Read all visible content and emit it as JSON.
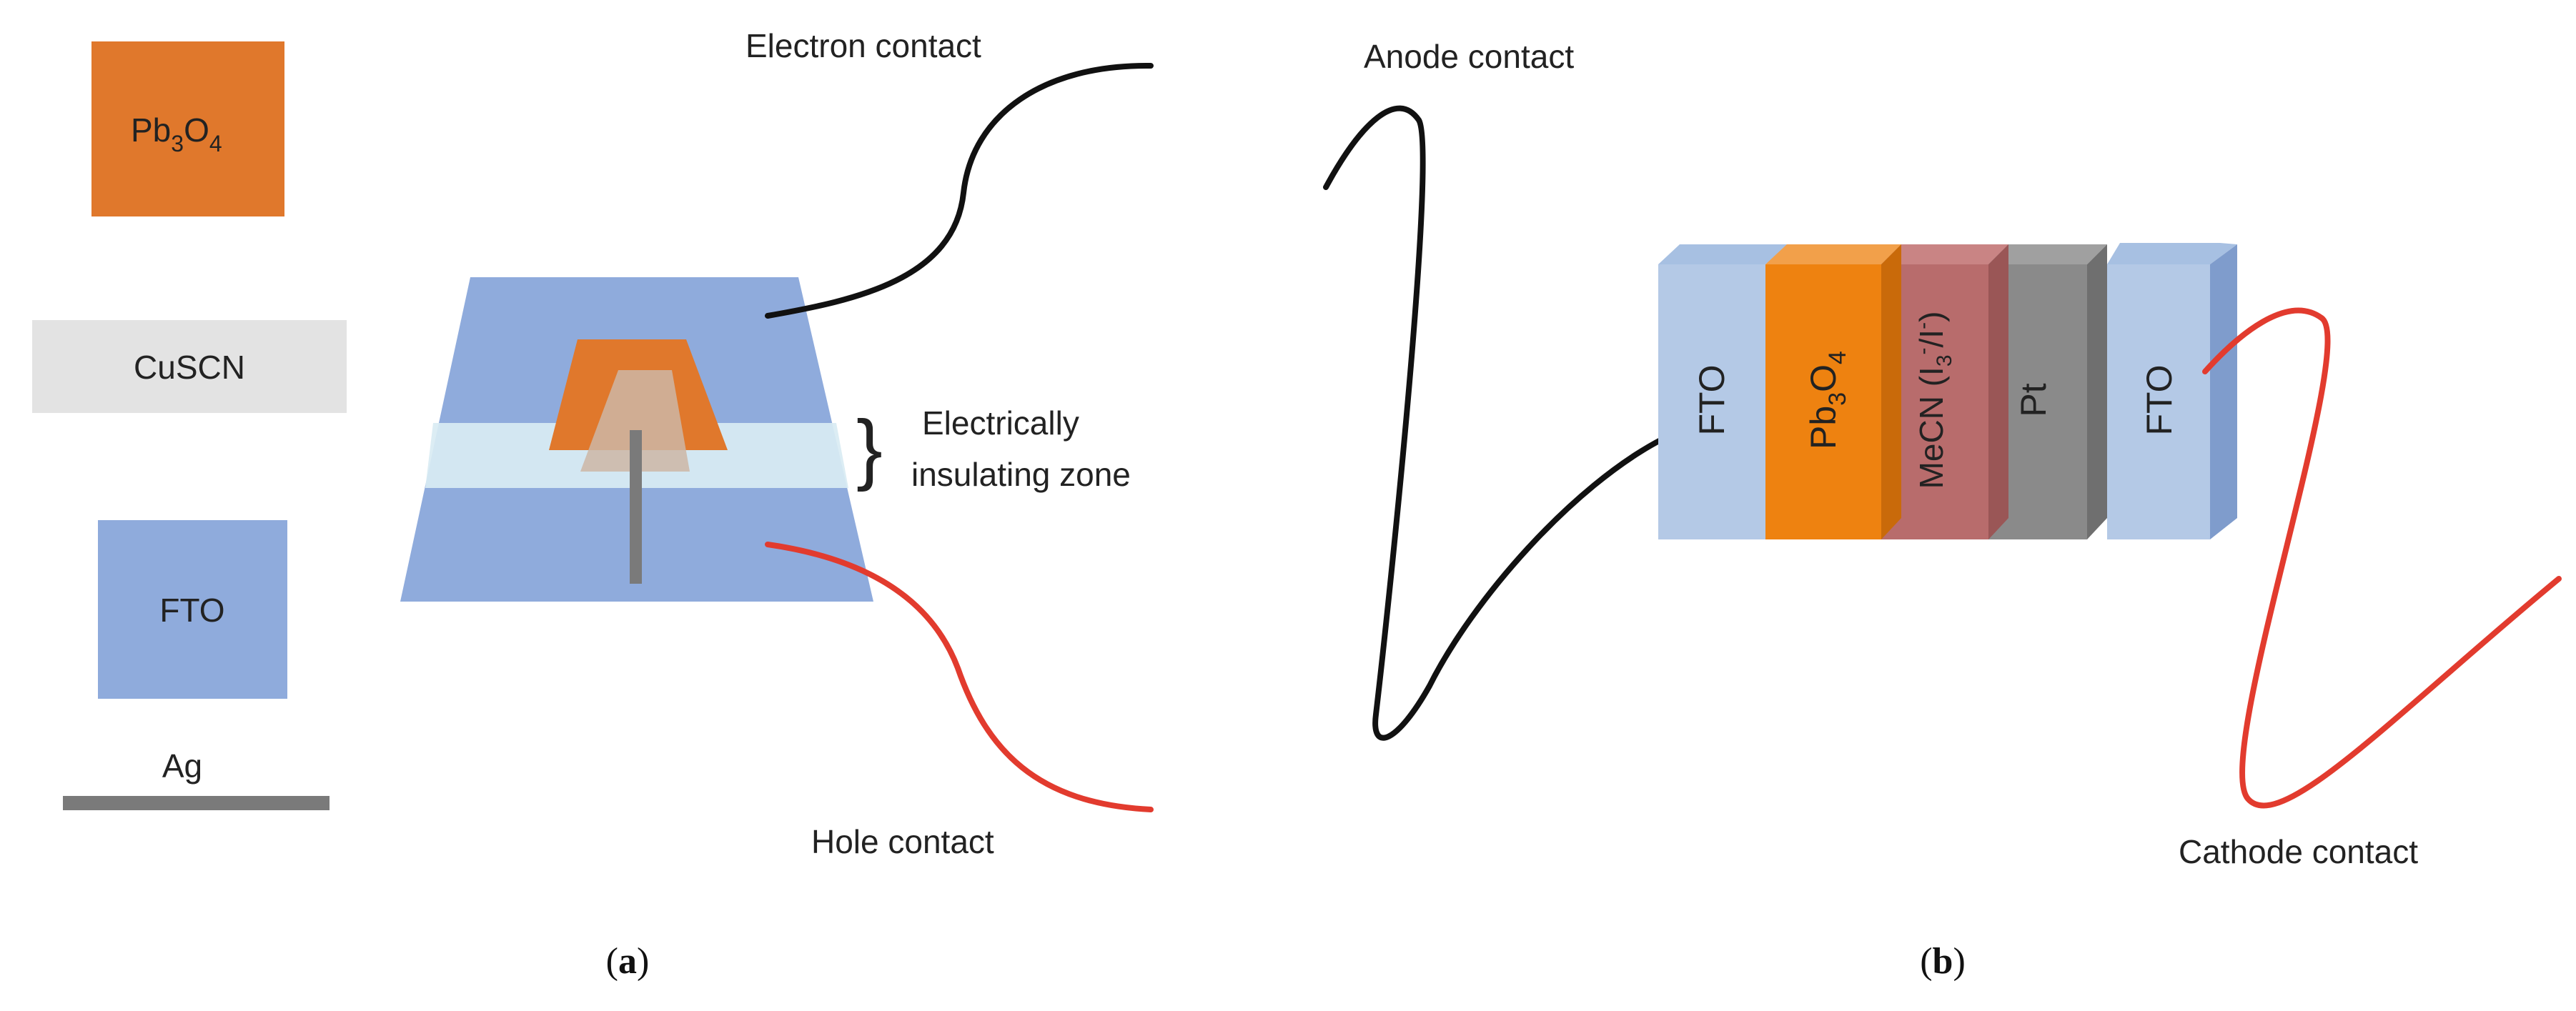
{
  "panel_a": {
    "legend": {
      "pb3o4": {
        "base": "Pb",
        "sub1": "3",
        "mid": "O",
        "sub2": "4"
      },
      "cuscn": "CuSCN",
      "fto": "FTO",
      "ag": "Ag"
    },
    "electron_contact": "Electron contact",
    "hole_contact": "Hole contact",
    "zone_line1": "Electrically",
    "zone_line2": "insulating zone",
    "caption": {
      "open": "(",
      "letter": "a",
      "close": ")"
    }
  },
  "panel_b": {
    "anode_contact": "Anode contact",
    "cathode_contact": "Cathode contact",
    "layers": {
      "fto_left": "FTO",
      "pb3o4": {
        "base": "Pb",
        "sub1": "3",
        "mid": "O",
        "sub2": "4"
      },
      "mecn": {
        "a": "MeCN (I",
        "sub": "3",
        "sup1": "-",
        "b": "/I",
        "sup2": "-",
        "c": ")"
      },
      "pt": "Pt",
      "fto_right": "FTO"
    },
    "caption": {
      "open": "(",
      "letter": "b",
      "close": ")"
    }
  },
  "colors": {
    "fto_blue": "#8fabdc",
    "fto_light": "#b4c9e6",
    "pb3o4_orange": "#e0782c",
    "pb3o4_bright": "#ee8210",
    "cuscn_gray": "#e3e3e3",
    "mecn_red": "#b86c6c",
    "pt_gray": "#8a8a8a",
    "ag_gray": "#7a7a7a",
    "black_wire": "#111111",
    "red_wire": "#e23b2e"
  }
}
